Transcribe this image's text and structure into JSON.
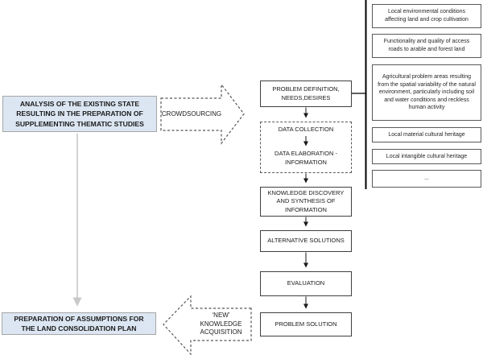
{
  "diagram": {
    "left_column": {
      "analysis_box": "ANALYSIS OF THE EXISTING STATE RESULTING IN THE PREPARATION OF SUPPLEMENTING THEMATIC STUDIES",
      "preparation_box": "PREPARATION OF ASSUMPTIONS FOR THE LAND CONSOLIDATION PLAN"
    },
    "block_arrows": {
      "crowdsourcing_label": "CROWDSOURCING",
      "new_knowledge_label": "‘NEW’ KNOWLEDGE ACQUISITION"
    },
    "process_column": {
      "problem_definition": "PROBLEM DEFINITION, NEEDS,DESIRES",
      "data_collection": "DATA COLLECTION",
      "data_elaboration": "DATA ELABORATION - INFORMATION",
      "knowledge_discovery": "KNOWLEDGE DISCOVERY AND SYNTHESIS OF INFORMATION",
      "alternative_solutions": "ALTERNATIVE SOLUTIONS",
      "evaluation": "EVALUATION",
      "problem_solution": "PROBLEM SOLUTION"
    },
    "right_panel": {
      "items": [
        "Local environmental conditions affecting land and crop cultivation",
        "Functionality and quality of access roads to arable and forest land",
        "Agricultural problem areas resulting from the spatial variability of the natural environment, particularly including soil and water conditions and reckless human activity",
        "Local material cultural heritage",
        "Local intangible cultural heritage",
        "..."
      ]
    },
    "colors": {
      "highlight_fill": "#dce6f2",
      "highlight_border": "#a6a6a6",
      "process_border": "#3f3f3f",
      "dashed_border": "#595959",
      "gray_arrow": "#c8c8c8",
      "line": "#000000"
    }
  }
}
